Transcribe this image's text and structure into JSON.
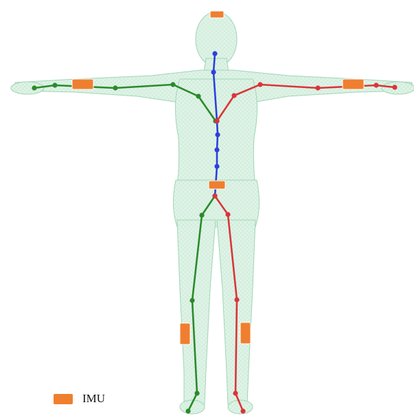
{
  "figure": {
    "colors": {
      "body_fill": "#dff3e6",
      "body_mesh": "#b6e0c6",
      "body_outline": "#9fd4b4",
      "spine": "#2f3fdc",
      "left_chain": "#2b8a2b",
      "right_chain": "#d9353a",
      "imu": "#ef7f2f"
    },
    "chains": [
      "spine",
      "left_arm",
      "right_arm",
      "left_leg",
      "right_leg"
    ],
    "imu_sensors": [
      "head",
      "left_wrist",
      "right_wrist",
      "pelvis",
      "left_lower_leg",
      "right_lower_leg"
    ]
  },
  "legend": {
    "label": "IMU",
    "color": "#ef7f2f"
  }
}
